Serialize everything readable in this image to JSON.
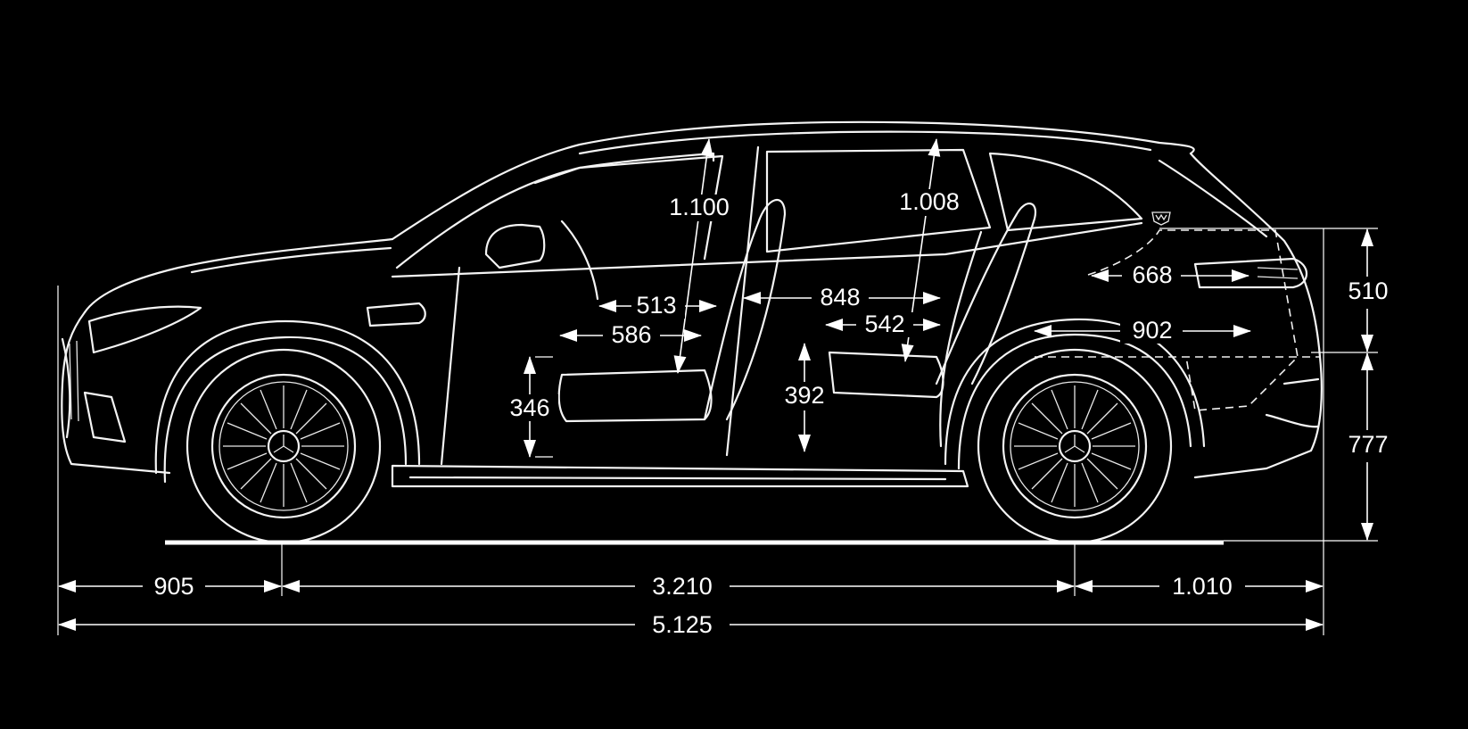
{
  "colors": {
    "background": "#000000",
    "lines": "#ffffff"
  },
  "dimensions": {
    "overall_length": "5.125",
    "front_overhang": "905",
    "wheelbase": "3.210",
    "rear_overhang": "1.010",
    "rear_upper_height": "510",
    "rear_lower_height": "777",
    "front_headroom": "1.100",
    "rear_headroom": "1.008",
    "front_seat_depth_upper": "513",
    "front_seat_depth": "586",
    "front_seat_height": "346",
    "rear_legroom": "848",
    "rear_seat_depth": "542",
    "rear_seat_height": "392",
    "trunk_length_upper": "668",
    "trunk_length_lower": "902"
  },
  "icons": [
    "maybach-logo-icon",
    "mercedes-star-icon"
  ]
}
